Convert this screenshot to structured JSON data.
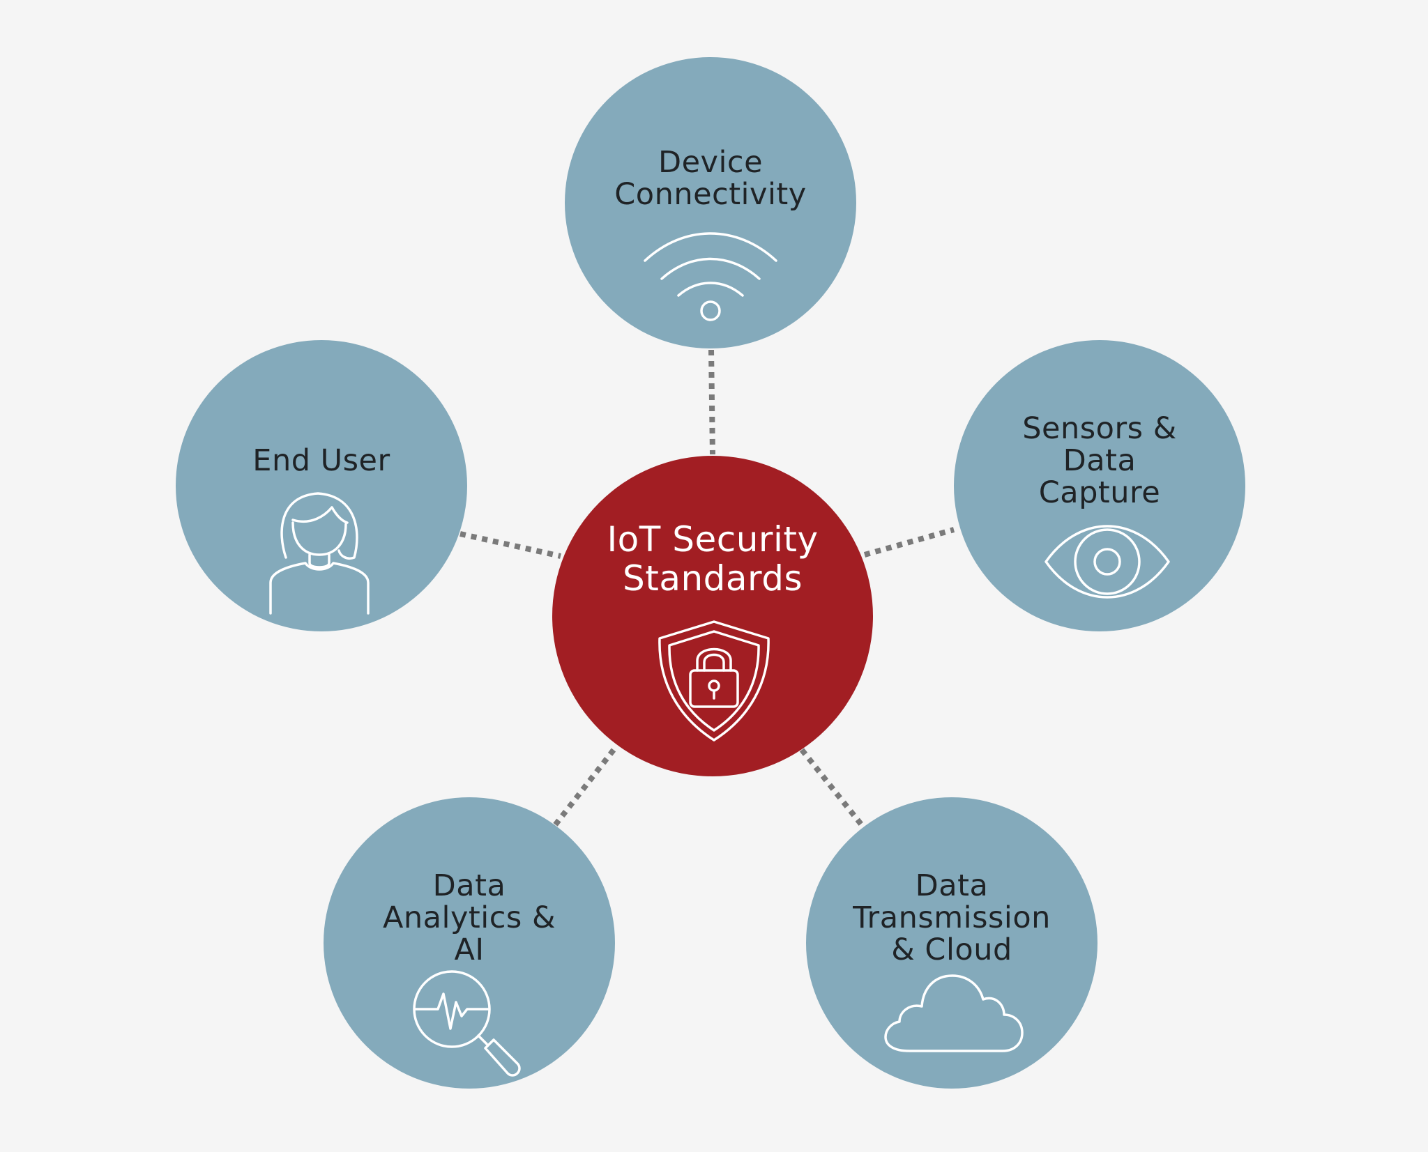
{
  "hub": {
    "label_lines": [
      "IoT Security",
      "Standards"
    ],
    "icon": "shield-lock-icon"
  },
  "nodes": [
    {
      "id": "device-connectivity",
      "label_lines": [
        "Device",
        "Connectivity"
      ],
      "icon": "wifi-icon"
    },
    {
      "id": "sensors-data-capture",
      "label_lines": [
        "Sensors &",
        "Data",
        "Capture"
      ],
      "icon": "eye-icon"
    },
    {
      "id": "data-transmission-cloud",
      "label_lines": [
        "Data",
        "Transmission",
        "& Cloud"
      ],
      "icon": "cloud-icon"
    },
    {
      "id": "data-analytics-ai",
      "label_lines": [
        "Data",
        "Analytics &",
        "AI"
      ],
      "icon": "analytics-magnifier-icon"
    },
    {
      "id": "end-user",
      "label_lines": [
        "End User"
      ],
      "icon": "user-icon"
    }
  ],
  "colors": {
    "background": "#f5f5f5",
    "node_fill": "#84aabb",
    "hub_fill": "#a21e23",
    "connector": "#7a7a7a",
    "node_text": "#1f2326",
    "hub_text": "#ffffff",
    "icon_stroke": "#ffffff"
  }
}
